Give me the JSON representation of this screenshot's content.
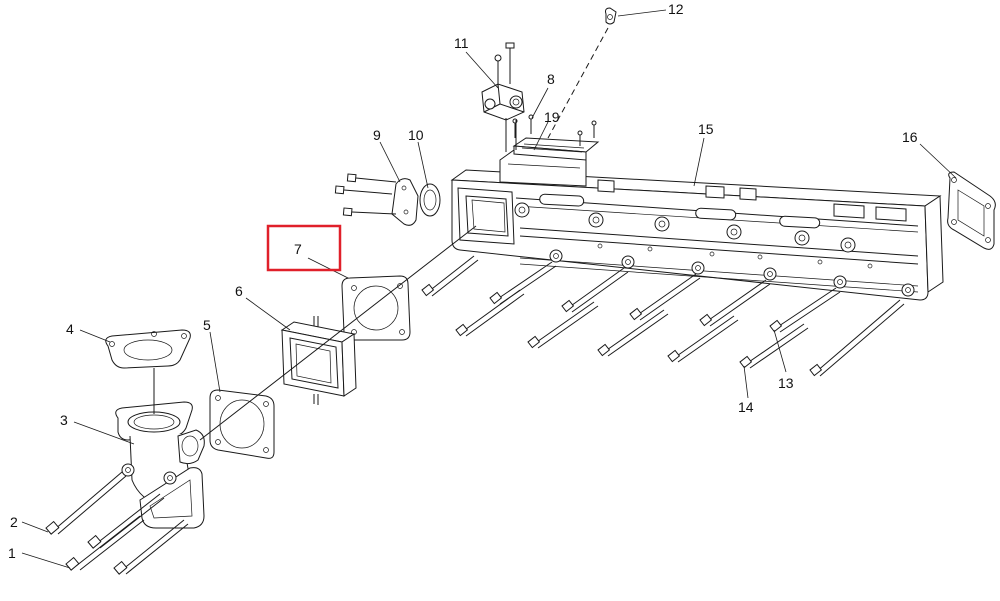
{
  "callouts": {
    "c1": "1",
    "c2": "2",
    "c3": "3",
    "c4": "4",
    "c5": "5",
    "c6": "6",
    "c7": "7",
    "c8": "8",
    "c9": "9",
    "c10": "10",
    "c11": "11",
    "c12": "12",
    "c13": "13",
    "c14": "14",
    "c15": "15",
    "c16": "16",
    "c19": "19"
  },
  "highlight": {
    "target": "7",
    "color": "#e0202a"
  },
  "line_color": "#1a1a1a"
}
